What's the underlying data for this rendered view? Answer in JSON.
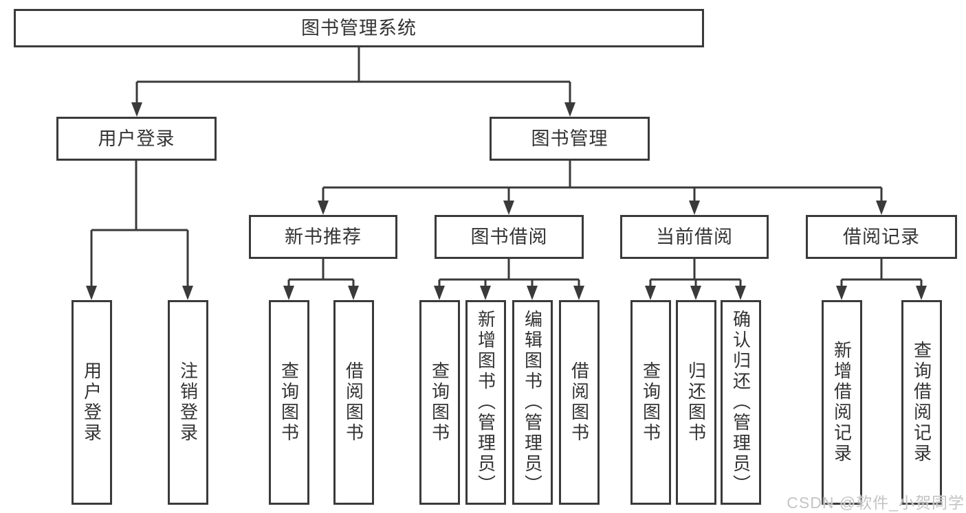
{
  "diagram": {
    "type": "hierarchy-tree",
    "root": {
      "label": "图书管理系统"
    },
    "level2": [
      {
        "id": "user-login",
        "label": "用户登录"
      },
      {
        "id": "book-management",
        "label": "图书管理"
      }
    ],
    "level3": [
      {
        "id": "new-book-recommend",
        "label": "新书推荐",
        "parent": "图书管理"
      },
      {
        "id": "book-borrowing",
        "label": "图书借阅",
        "parent": "图书管理"
      },
      {
        "id": "current-borrowing",
        "label": "当前借阅",
        "parent": "图书管理"
      },
      {
        "id": "borrowing-records",
        "label": "借阅记录",
        "parent": "图书管理"
      }
    ],
    "level4": [
      {
        "label": "用户登录",
        "parent": "用户登录"
      },
      {
        "label": "注销登录",
        "parent": "用户登录"
      },
      {
        "label": "查询图书",
        "parent": "新书推荐"
      },
      {
        "label": "借阅图书",
        "parent": "新书推荐"
      },
      {
        "label": "查询图书",
        "parent": "图书借阅"
      },
      {
        "label": "新增图书（管理员）",
        "parent": "图书借阅"
      },
      {
        "label": "编辑图书（管理员）",
        "parent": "图书借阅"
      },
      {
        "label": "借阅图书",
        "parent": "图书借阅"
      },
      {
        "label": "查询图书",
        "parent": "当前借阅"
      },
      {
        "label": "归还图书",
        "parent": "当前借阅"
      },
      {
        "label": "确认归还（管理员）",
        "parent": "当前借阅"
      },
      {
        "label": "新增借阅记录",
        "parent": "借阅记录"
      },
      {
        "label": "查询借阅记录",
        "parent": "借阅记录"
      }
    ]
  },
  "watermark": {
    "text": "CSDN @软件_小贺同学"
  },
  "colors": {
    "line": "#3a3a3a",
    "border": "#3a3a3a",
    "text": "#333333",
    "background": "#ffffff",
    "watermark": "#c4c4c4"
  }
}
